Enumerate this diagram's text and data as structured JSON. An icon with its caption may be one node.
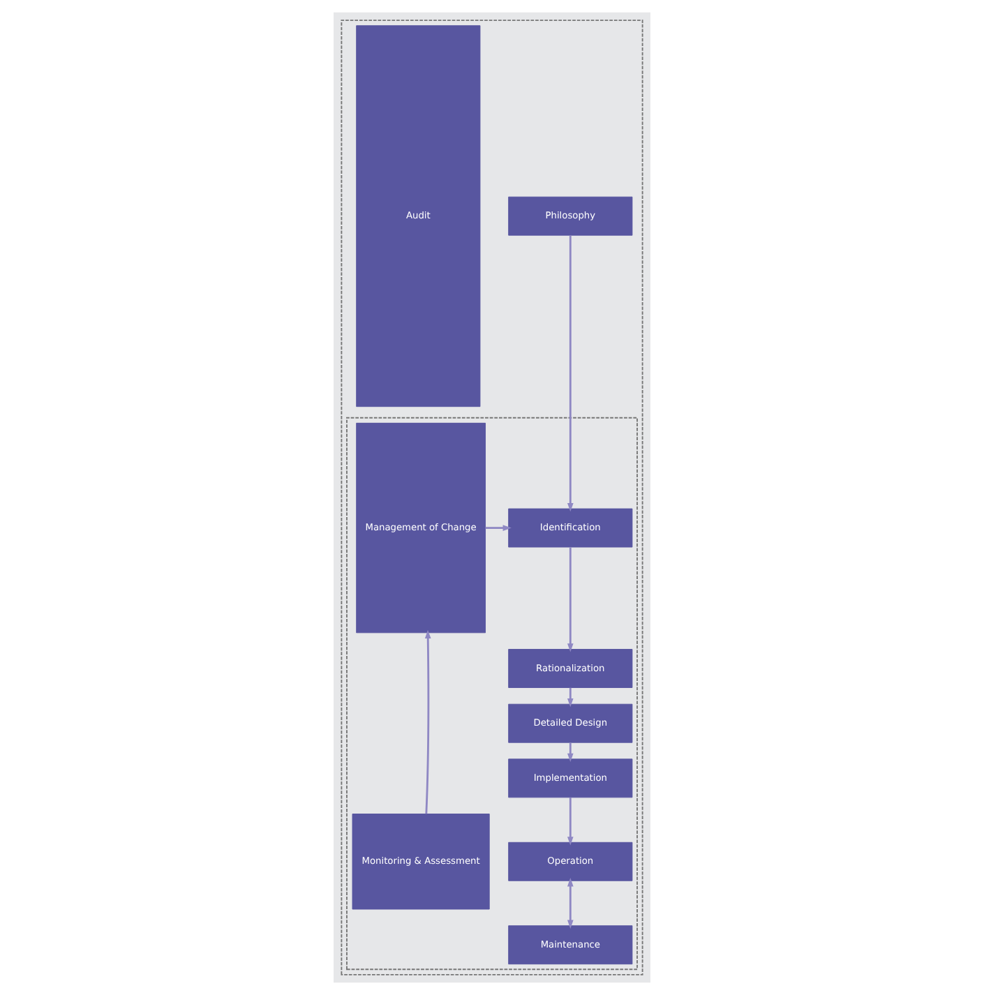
{
  "diagram": {
    "nodes": [
      {
        "text": [],
        "shape": "box"
      },
      {
        "text": [
          "Philosophy"
        ],
        "in": 0
      },
      {
        "text": [],
        "shape": "box",
        "in": 0
      },
      {
        "text": [
          "Identification"
        ],
        "in": 2
      },
      {
        "text": [
          "Rationalization"
        ],
        "in": 2
      },
      {
        "text": [
          "Detailed Design"
        ],
        "in": 2
      },
      {
        "text": [
          "Implementation"
        ],
        "in": 2
      },
      {
        "text": [
          "Management of Change"
        ],
        "in": 2
      },
      {
        "text": [
          "Operation"
        ],
        "in": 2
      },
      {
        "text": [
          "Maintenance"
        ],
        "in": 2
      },
      {
        "text": [
          "Monitoring & Assessment"
        ],
        "in": 2
      },
      {
        "text": [
          "Audit"
        ],
        "in": 0
      }
    ],
    "edges": [
      {
        "from": 1,
        "to": 3,
        "arrow": "to"
      },
      {
        "from": 7,
        "to": 3,
        "arrow": "to"
      },
      {
        "from": 3,
        "to": 4,
        "arrow": "to"
      },
      {
        "from": 4,
        "to": 5,
        "arrow": "to"
      },
      {
        "from": 5,
        "to": 6,
        "arrow": "to"
      },
      {
        "from": 6,
        "to": 8,
        "arrow": "to"
      },
      {
        "from": 8,
        "to": 9,
        "arrow": "both"
      },
      {
        "from": 10,
        "to": 7,
        "arrow": "to"
      }
    ]
  }
}
